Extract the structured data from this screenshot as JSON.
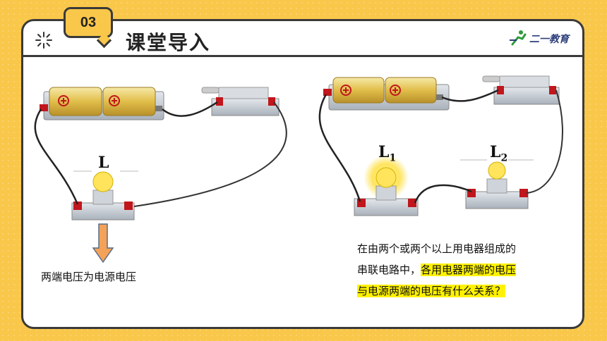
{
  "header": {
    "badge_number": "03",
    "title": "课堂导入",
    "logo_text": "二一教育"
  },
  "circuit_left": {
    "bulb_label": "L",
    "caption": "两端电压为电源电压"
  },
  "circuit_right": {
    "bulb1_label": "L",
    "bulb1_sub": "1",
    "bulb2_label": "L",
    "bulb2_sub": "2"
  },
  "question": {
    "line1": "在由两个或两个以上用电器组成的",
    "line2_plain": "串联电路中，",
    "line2_highlight": "各用电器两端的电压",
    "line3_highlight": "与电源两端的电压有什么关系？"
  },
  "colors": {
    "background": "#F9C74A",
    "border": "#3a3a3a",
    "highlight": "#FFF200",
    "arrow": "#F4A259",
    "battery": "#E6C34A",
    "terminal": "#C0161C",
    "bulb_glow": "#FFE45C"
  },
  "icons": [
    "sparkle-icon",
    "logo-runner-icon",
    "down-arrow-icon"
  ]
}
